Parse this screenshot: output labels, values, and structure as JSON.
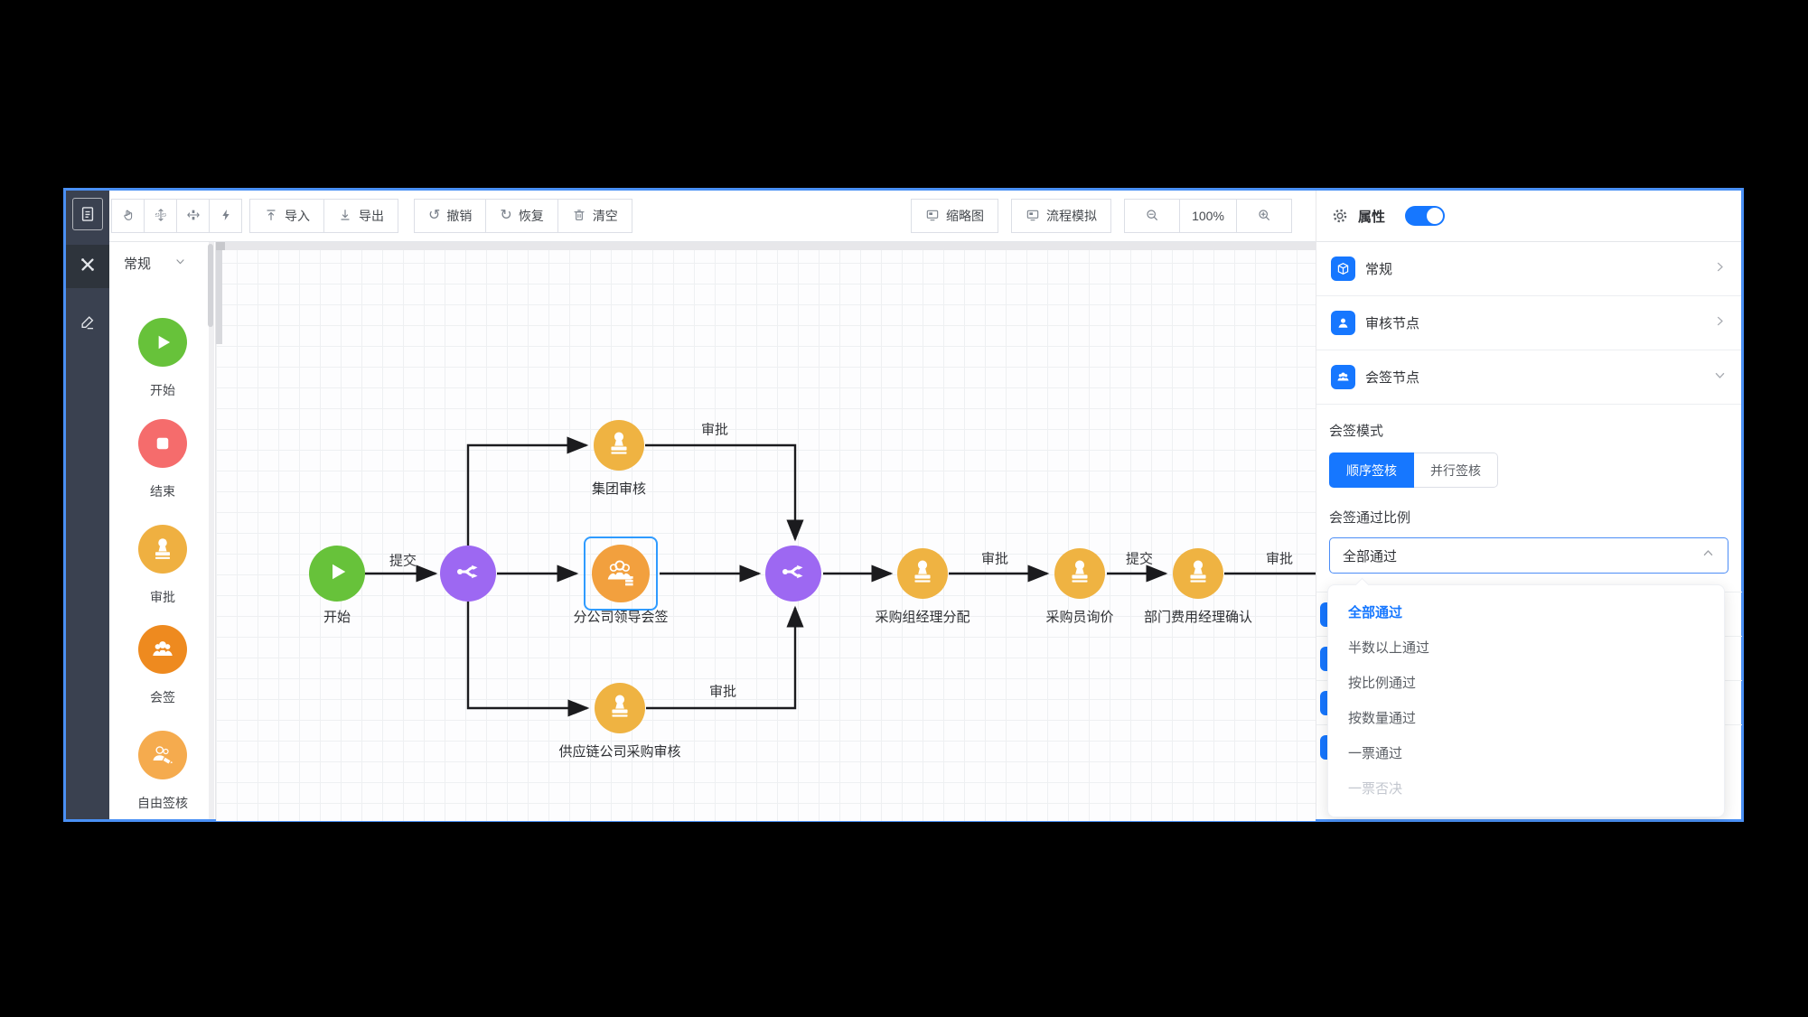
{
  "app": {
    "accent_color": "#1677ff",
    "window_border_color": "#4a90f5"
  },
  "rail": {
    "icons": [
      {
        "name": "document-icon"
      },
      {
        "name": "flow-nodes-icon",
        "active": true
      },
      {
        "name": "pencil-icon"
      }
    ]
  },
  "toolbar": {
    "tools": [
      {
        "name": "pan-tool"
      },
      {
        "name": "distribute-vertical"
      },
      {
        "name": "distribute-horizontal"
      },
      {
        "name": "auto-layout"
      }
    ],
    "import_label": "导入",
    "export_label": "导出",
    "undo_label": "撤销",
    "redo_label": "恢复",
    "clear_label": "清空",
    "undo_glyph": "↺",
    "redo_glyph": "↻",
    "minimap_label": "缩略图",
    "simulate_label": "流程模拟",
    "zoom_level": "100%"
  },
  "palette": {
    "header": "常规",
    "items": [
      {
        "label": "开始",
        "type": "start",
        "color": "#67c23a"
      },
      {
        "label": "结束",
        "type": "end",
        "color": "#f56c6c"
      },
      {
        "label": "审批",
        "type": "approval",
        "color": "#efb041"
      },
      {
        "label": "会签",
        "type": "countersign",
        "color": "#ee8a1f"
      },
      {
        "label": "自由签核",
        "type": "free-sign",
        "color": "#f5ab4e"
      }
    ]
  },
  "canvas": {
    "nodes": [
      {
        "label": "开始",
        "type": "start",
        "color": "#67c23a"
      },
      {
        "label": "",
        "type": "gateway-split",
        "color": "#9d68f2"
      },
      {
        "label": "集团审核",
        "type": "approval",
        "color": "#efb342"
      },
      {
        "label": "分公司领导会签",
        "type": "countersign",
        "color": "#f2a03e",
        "selected": true
      },
      {
        "label": "供应链公司采购审核",
        "type": "approval",
        "color": "#efb342"
      },
      {
        "label": "",
        "type": "gateway-merge",
        "color": "#9d68f2"
      },
      {
        "label": "采购组经理分配",
        "type": "approval",
        "color": "#efb342"
      },
      {
        "label": "采购员询价",
        "type": "approval",
        "color": "#efb342"
      },
      {
        "label": "部门费用经理确认",
        "type": "approval",
        "color": "#efb342"
      }
    ],
    "edge_labels": [
      "提交",
      "审批",
      "审批",
      "审批",
      "提交",
      "审批"
    ]
  },
  "properties": {
    "title": "属性",
    "toggle_on": true,
    "sections": [
      {
        "label": "常规",
        "expanded": false
      },
      {
        "label": "审核节点",
        "expanded": false
      },
      {
        "label": "会签节点",
        "expanded": true
      }
    ],
    "countersign_mode": {
      "label": "会签模式",
      "options": [
        {
          "label": "顺序签核",
          "selected": true
        },
        {
          "label": "并行签核",
          "selected": false
        }
      ]
    },
    "pass_ratio": {
      "label": "会签通过比例",
      "value": "全部通过",
      "options": [
        {
          "label": "全部通过",
          "selected": true
        },
        {
          "label": "半数以上通过"
        },
        {
          "label": "按比例通过"
        },
        {
          "label": "按数量通过"
        },
        {
          "label": "一票通过"
        },
        {
          "label": "一票否决",
          "disabled": true
        }
      ]
    }
  }
}
